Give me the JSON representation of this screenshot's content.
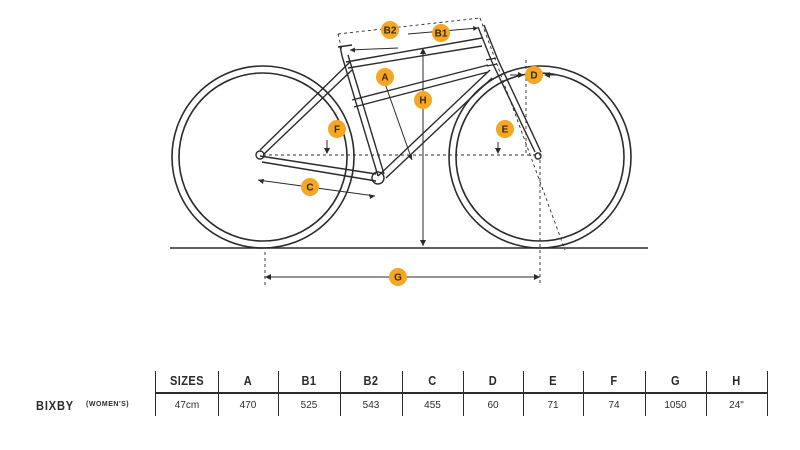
{
  "diagram": {
    "badges": {
      "A": "A",
      "B1": "B1",
      "B2": "B2",
      "C": "C",
      "D": "D",
      "E": "E",
      "F": "F",
      "G": "G",
      "H": "H"
    },
    "accent_color": "#f5a623",
    "line_color": "#2b2b2b"
  },
  "geometry_table": {
    "model": "BIXBY",
    "variant": "(WOMEN'S)",
    "headers": [
      "SIZES",
      "A",
      "B1",
      "B2",
      "C",
      "D",
      "E",
      "F",
      "G",
      "H"
    ],
    "values": [
      "47cm",
      "470",
      "525",
      "543",
      "455",
      "60",
      "71",
      "74",
      "1050",
      "24\""
    ]
  }
}
